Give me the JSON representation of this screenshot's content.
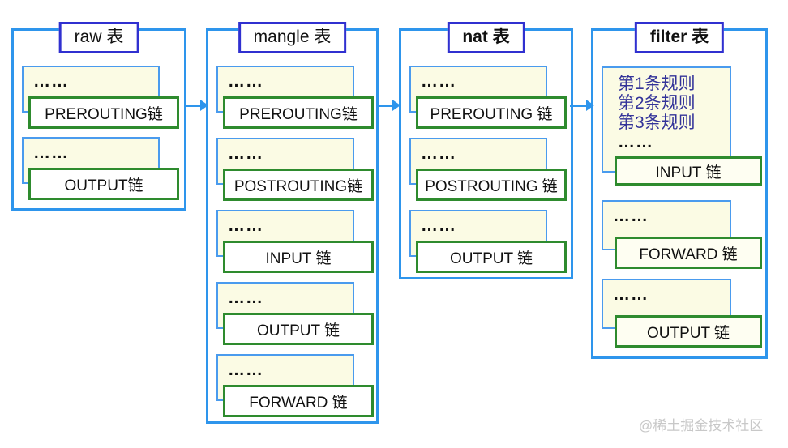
{
  "diagram": "iptables-tables-and-chains",
  "colors": {
    "container_border_blue": "#2e95ec",
    "header_border_blue": "#3030d0",
    "chain_border_green": "#2e8b2e",
    "rules_box_fill_yellow": "#fbfbe4",
    "rule_text_blue": "#333399",
    "watermark_gray": "#c8c8c8"
  },
  "tables": [
    {
      "title": "raw 表",
      "chains": [
        {
          "dots": "……",
          "label": "PREROUTING链"
        },
        {
          "dots": "……",
          "label": "OUTPUT链"
        }
      ]
    },
    {
      "title": "mangle 表",
      "chains": [
        {
          "dots": "……",
          "label": "PREROUTING链"
        },
        {
          "dots": "……",
          "label": "POSTROUTING链"
        },
        {
          "dots": "……",
          "label": "INPUT 链"
        },
        {
          "dots": "……",
          "label": "OUTPUT 链"
        },
        {
          "dots": "……",
          "label": "FORWARD 链"
        }
      ]
    },
    {
      "title": "nat 表",
      "chains": [
        {
          "dots": "……",
          "label": "PREROUTING 链"
        },
        {
          "dots": "……",
          "label": "POSTROUTING 链"
        },
        {
          "dots": "……",
          "label": "OUTPUT 链"
        }
      ]
    },
    {
      "title": "filter 表",
      "rules": [
        "第1条规则",
        "第2条规则",
        "第3条规则"
      ],
      "rules_dots": "……",
      "chains": [
        {
          "label": "INPUT 链"
        },
        {
          "dots": "……",
          "label": "FORWARD 链"
        },
        {
          "dots": "……",
          "label": "OUTPUT 链"
        }
      ]
    }
  ],
  "watermark": "@稀土掘金技术社区"
}
